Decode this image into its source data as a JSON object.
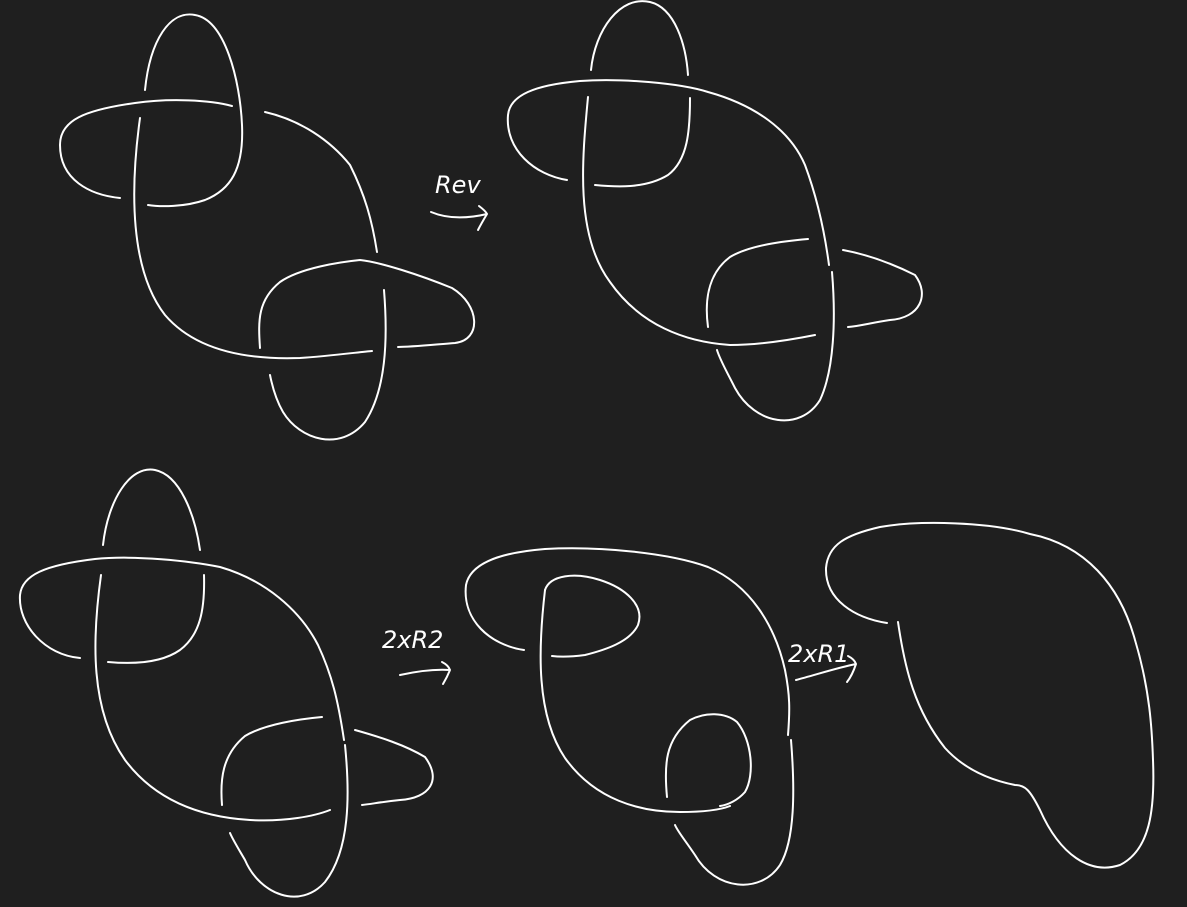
{
  "labels": {
    "step1": "Rev",
    "step2": "2xR2",
    "step3": "2xR1"
  }
}
